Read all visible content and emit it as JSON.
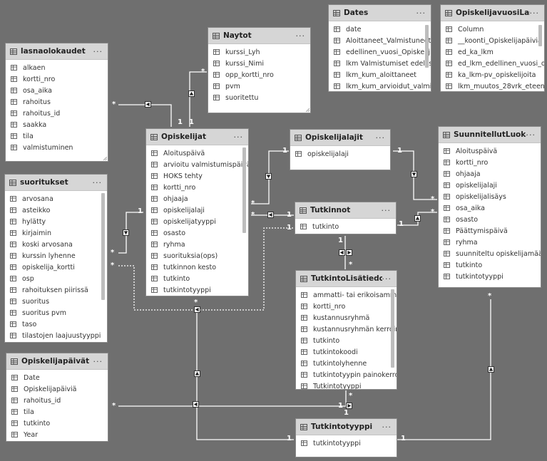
{
  "cardinality": {
    "one": "1",
    "many": "*"
  },
  "tables": {
    "lasnaolokaudet": {
      "title": "lasnaolokaudet",
      "fields": [
        "alkaen",
        "kortti_nro",
        "osa_aika",
        "rahoitus",
        "rahoitus_id",
        "saakka",
        "tila",
        "valmistuminen"
      ]
    },
    "naytot": {
      "title": "Naytot",
      "fields": [
        "kurssi_Lyh",
        "kurssi_Nimi",
        "opp_kortti_nro",
        "pvm",
        "suoritettu"
      ]
    },
    "dates": {
      "title": "Dates",
      "fields": [
        "date",
        "Aloittaneet_Valmistuneet",
        "edellinen_vuosi_Opiskelij...",
        "lkm Valmistumiset edellis...",
        "lkm_kum_aloittaneet",
        "lkm_kum_arvioidut_valmi..."
      ]
    },
    "laskut": {
      "title": "OpiskelijavuosiLaskut",
      "fields": [
        "Column",
        "__koonti_Opiskelijapäiviä",
        "ed_ka_lkm",
        "ed_lkm_edellinen_vuosi_o...",
        "ka_lkm-pv_opiskelijoita",
        "lkm_muutos_28vrk_eteen"
      ]
    },
    "opiskelijat": {
      "title": "Opiskelijat",
      "fields": [
        "Aloituspäivä",
        "arvioitu valmistumispäivä",
        "HOKS tehty",
        "kortti_nro",
        "ohjaaja",
        "opiskelijalaji",
        "opiskelijatyyppi",
        "osasto",
        "ryhma",
        "suorituksia(ops)",
        "tutkinnon kesto",
        "tutkinto",
        "tutkintotyyppi"
      ]
    },
    "opiskelijalajit": {
      "title": "Opiskelijalajit",
      "fields": [
        "opiskelijalaji"
      ]
    },
    "suunnitellut": {
      "title": "SuunnitellutLuokat",
      "fields": [
        "Aloituspäivä",
        "kortti_nro",
        "ohjaaja",
        "opiskelijalaji",
        "opiskelijalisäys",
        "osa_aika",
        "osasto",
        "Päättymispäivä",
        "ryhma",
        "suunniteltu opiskelijamäärä",
        "tutkinto",
        "tutkintotyyppi"
      ]
    },
    "suoritukset": {
      "title": "suoritukset",
      "fields": [
        "arvosana",
        "asteikko",
        "hylätty",
        "kirjaimin",
        "koski arvosana",
        "kurssin lyhenne",
        "opiskelija_kortti",
        "osp",
        "rahoituksen piirissä",
        "suoritus",
        "suoritus pvm",
        "taso",
        "tilastojen laajuustyyppi"
      ]
    },
    "tutkinnot": {
      "title": "Tutkinnot",
      "fields": [
        "tutkinto"
      ]
    },
    "lisatiedot": {
      "title": "TutkintoLisätiedot",
      "fields": [
        "ammatti- tai erikoisamma...",
        "kortti_nro",
        "kustannusryhmä",
        "kustannusryhmän kerroin",
        "tutkinto",
        "tutkintokoodi",
        "tutkintolyhenne",
        "tutkintotyypin painokerroin",
        "Tutkintotyyppi"
      ]
    },
    "paivat": {
      "title": "Opiskelijapäivät",
      "fields": [
        "Date",
        "Opiskelijapäiviä",
        "rahoitus_id",
        "tila",
        "tutkinto",
        "Year"
      ]
    },
    "tyyppi": {
      "title": "Tutkintotyyppi",
      "fields": [
        "tutkintotyyppi"
      ]
    }
  }
}
